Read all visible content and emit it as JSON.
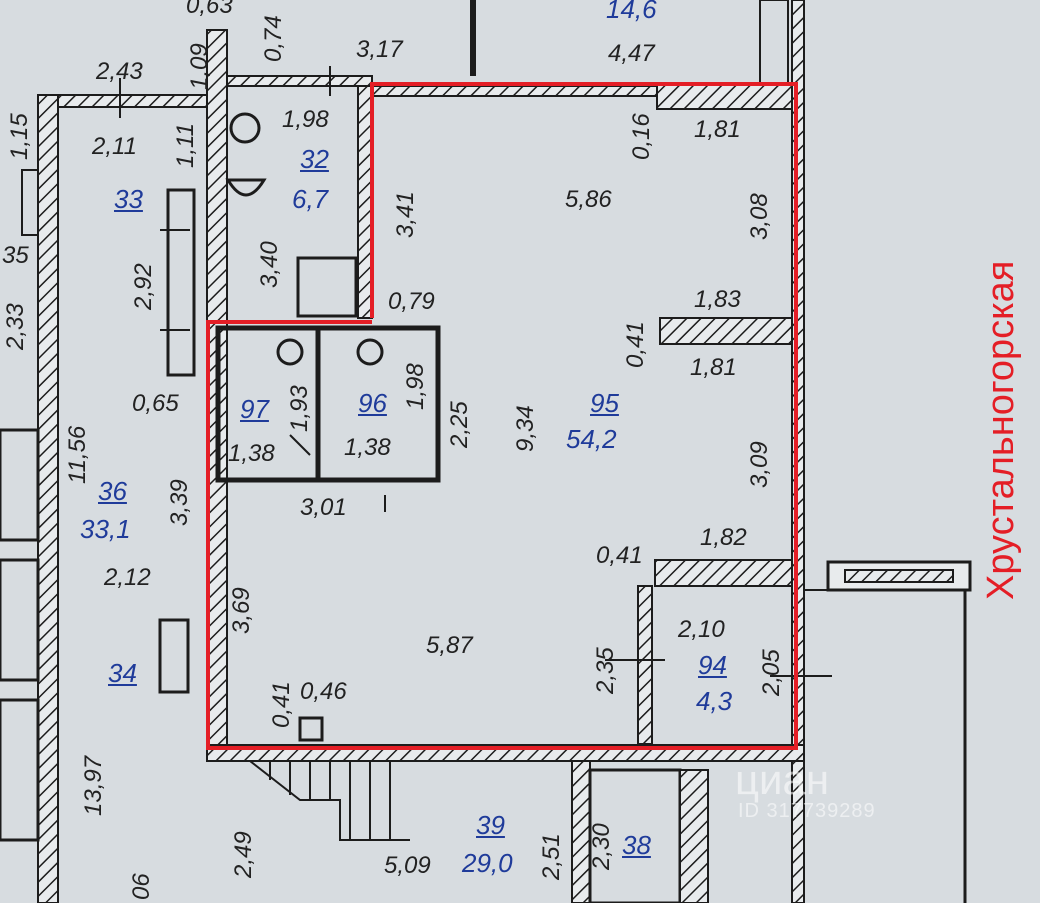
{
  "street_name": "Хрустальногорская",
  "watermark": {
    "brand": "циан",
    "id": "ID 317739289"
  },
  "dimensions": {
    "d063": "0,63",
    "d074": "0,74",
    "d109": "1,09",
    "d317": "3,17",
    "d447": "4,47",
    "d243": "2,43",
    "d115": "1,15",
    "d211": "2,11",
    "d111": "1,11",
    "d198": "1,98",
    "d016": "0,16",
    "d181a": "1,81",
    "d586": "5,86",
    "d341": "3,41",
    "d308": "3,08",
    "d292": "2,92",
    "d340": "3,40",
    "d035": "35",
    "d233": "2,33",
    "d079": "0,79",
    "d183": "1,83",
    "d041a": "0,41",
    "d181b": "1,81",
    "d065": "0,65",
    "d193": "1,93",
    "d198b": "1,98",
    "d225": "2,25",
    "d934": "9,34",
    "d1156": "11,56",
    "d138a": "1,38",
    "d138b": "1,38",
    "d309": "3,09",
    "d339": "3,39",
    "d301": "3,01",
    "d212": "2,12",
    "d041b": "0,41",
    "d182": "1,82",
    "d369": "3,69",
    "d587": "5,87",
    "d210": "2,10",
    "d235": "2,35",
    "d205": "2,05",
    "d041c": "0,41",
    "d046": "0,46",
    "d1397": "13,97",
    "d249": "2,49",
    "d509": "5,09",
    "d251": "2,51",
    "d230": "2,30",
    "d006": "06"
  },
  "rooms": [
    {
      "number": "32",
      "area": "6,7"
    },
    {
      "number": "33",
      "area": ""
    },
    {
      "number": "36",
      "area": "33,1"
    },
    {
      "number": "34",
      "area": ""
    },
    {
      "number": "97",
      "area": ""
    },
    {
      "number": "96",
      "area": ""
    },
    {
      "number": "95",
      "area": "54,2"
    },
    {
      "number": "94",
      "area": "4,3"
    },
    {
      "number": "39",
      "area": "29,0"
    },
    {
      "number": "38",
      "area": ""
    }
  ],
  "neighbor_area_top": "14,6",
  "colors": {
    "background": "#d7dce0",
    "walls": "#1c1c1c",
    "highlight": "#e41e26",
    "room_text": "#1f3b9a"
  }
}
